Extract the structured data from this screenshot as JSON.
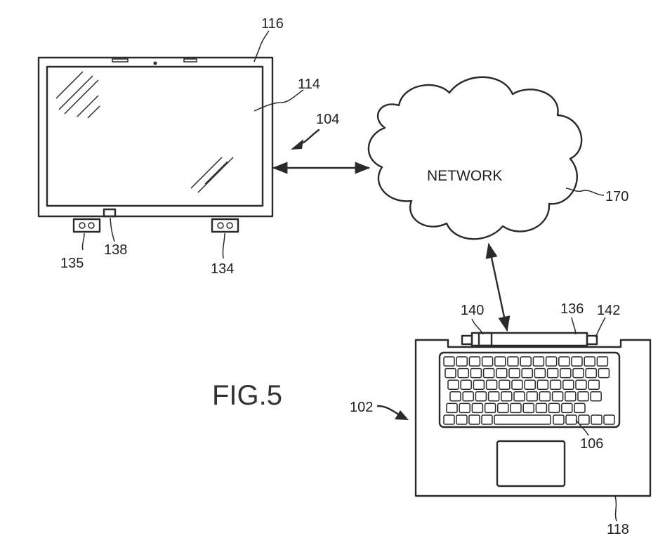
{
  "figure": {
    "title": "FIG.5"
  },
  "network": {
    "label": "NETWORK"
  },
  "refs": {
    "display_device": "104",
    "display_bezel": "116",
    "display_screen": "114",
    "left_connector": "135",
    "center_connector": "138",
    "right_connector": "134",
    "network": "170",
    "laptop": "102",
    "laptop_base": "118",
    "keyboard": "106",
    "dock": "136",
    "left_port": "140",
    "right_port": "142"
  },
  "colors": {
    "ink": "#2a2a2a",
    "background": "#ffffff"
  }
}
